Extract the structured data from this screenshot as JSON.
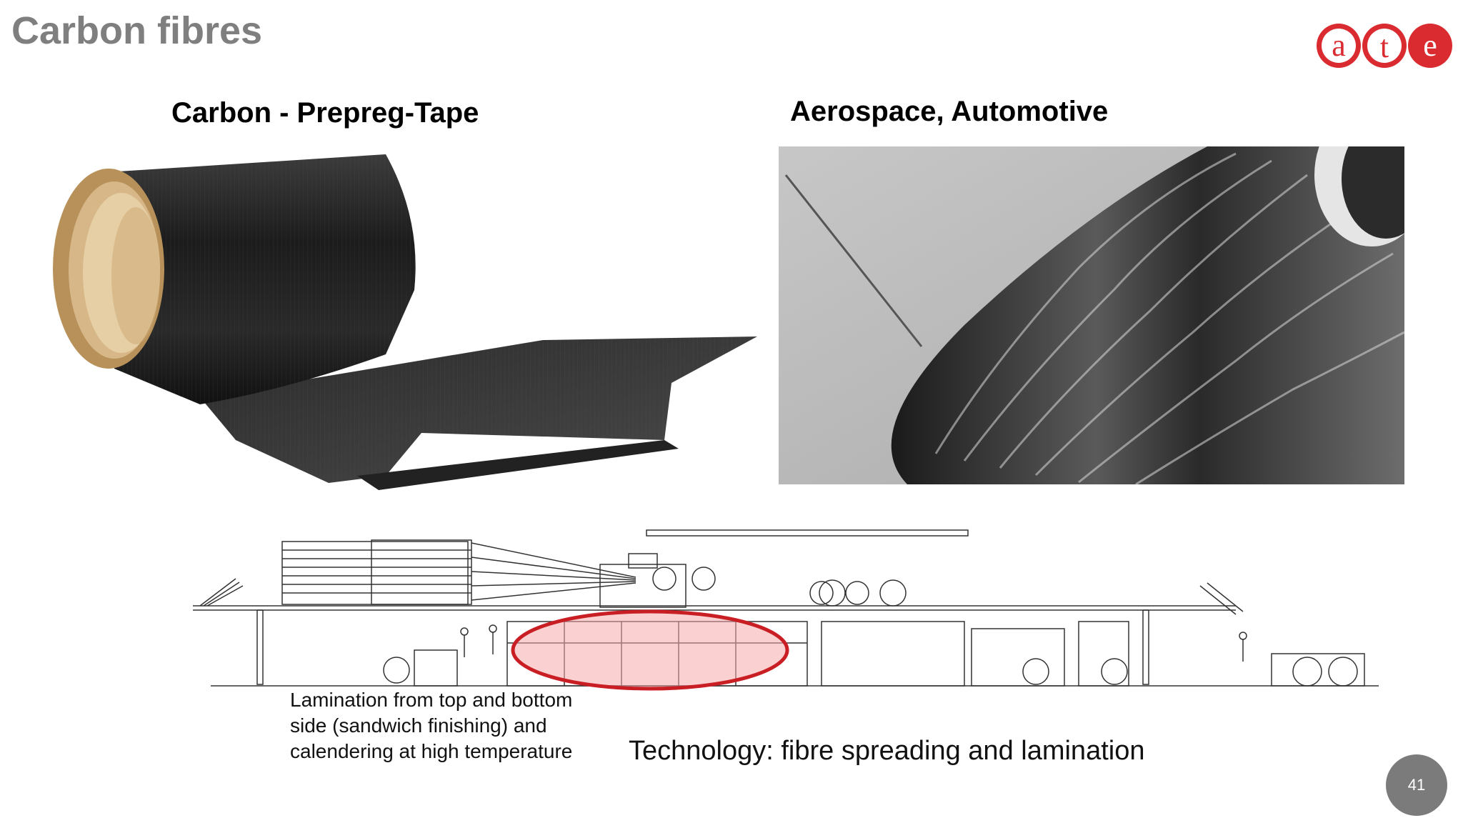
{
  "slide": {
    "title": "Carbon fibres",
    "page_number": "41"
  },
  "logo": {
    "letters": [
      "a",
      "t",
      "e"
    ],
    "color": "#d92b30"
  },
  "left_panel": {
    "heading": "Carbon - Prepreg-Tape",
    "image": "carbon-prepreg-tape-roll"
  },
  "right_panel": {
    "heading": "Aerospace, Automotive",
    "image": "carbon-fibre-spool-closeup"
  },
  "diagram": {
    "image": "fibre-spreading-lamination-line",
    "highlight_color": "#c81e24",
    "note_lines": [
      "Lamination from top and bottom",
      "side (sandwich finishing) and",
      "calendering at high temperature"
    ],
    "caption": "Technology: fibre spreading and lamination"
  }
}
